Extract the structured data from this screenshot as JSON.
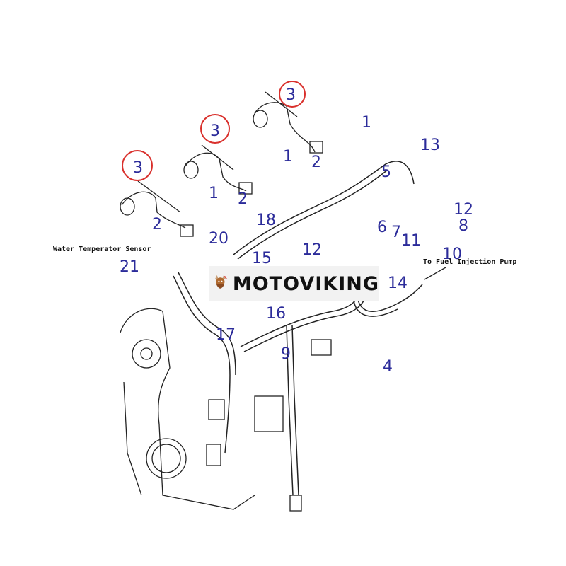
{
  "diagram": {
    "callouts": [
      {
        "id": "c3a",
        "label": "3",
        "highlight": true
      },
      {
        "id": "c3b",
        "label": "3",
        "highlight": true
      },
      {
        "id": "c3c",
        "label": "3",
        "highlight": true
      },
      {
        "id": "c1a",
        "label": "1"
      },
      {
        "id": "c13",
        "label": "13"
      },
      {
        "id": "c1b",
        "label": "1"
      },
      {
        "id": "c2a",
        "label": "2"
      },
      {
        "id": "c5",
        "label": "5"
      },
      {
        "id": "c1c",
        "label": "1"
      },
      {
        "id": "c2b",
        "label": "2"
      },
      {
        "id": "c2c",
        "label": "2"
      },
      {
        "id": "c12a",
        "label": "12"
      },
      {
        "id": "c8",
        "label": "8"
      },
      {
        "id": "c18",
        "label": "18"
      },
      {
        "id": "c6",
        "label": "6"
      },
      {
        "id": "c7",
        "label": "7"
      },
      {
        "id": "c11",
        "label": "11"
      },
      {
        "id": "c20",
        "label": "20"
      },
      {
        "id": "c12b",
        "label": "12"
      },
      {
        "id": "c10",
        "label": "10"
      },
      {
        "id": "c15",
        "label": "15"
      },
      {
        "id": "c21",
        "label": "21"
      },
      {
        "id": "c14",
        "label": "14"
      },
      {
        "id": "c16",
        "label": "16"
      },
      {
        "id": "c17",
        "label": "17"
      },
      {
        "id": "c9",
        "label": "9"
      },
      {
        "id": "c4",
        "label": "4"
      }
    ],
    "notes": {
      "water_sensor": "Water Temperator Sensor",
      "fuel_pump": "To Fuel Injection Pump"
    },
    "colors": {
      "callout": "#2b2b9a",
      "highlight": "#d9302c"
    }
  },
  "watermark": {
    "brand": "MOTOVIKING"
  }
}
